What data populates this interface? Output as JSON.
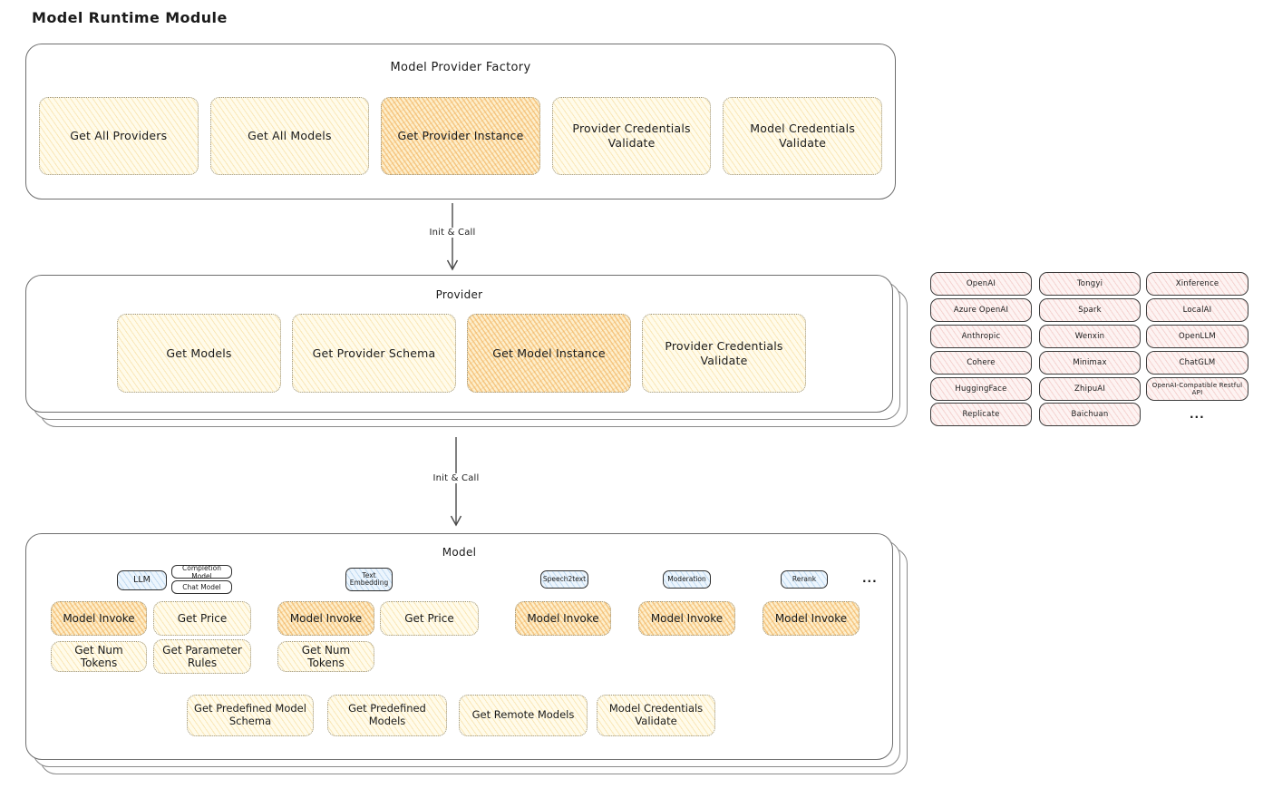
{
  "page_title": "Model Runtime Module",
  "arrow1": {
    "label": "Init & Call"
  },
  "arrow2": {
    "label": "Init & Call"
  },
  "factory": {
    "title": "Model Provider Factory",
    "buttons": [
      {
        "label": "Get All Providers",
        "highlighted": false
      },
      {
        "label": "Get All Models",
        "highlighted": false
      },
      {
        "label": "Get Provider Instance",
        "highlighted": true
      },
      {
        "label": "Provider Credentials Validate",
        "highlighted": false
      },
      {
        "label": "Model Credentials Validate",
        "highlighted": false
      }
    ]
  },
  "provider": {
    "title": "Provider",
    "buttons": [
      {
        "label": "Get Models",
        "highlighted": false
      },
      {
        "label": "Get Provider Schema",
        "highlighted": false
      },
      {
        "label": "Get Model Instance",
        "highlighted": true
      },
      {
        "label": "Provider Credentials Validate",
        "highlighted": false
      }
    ]
  },
  "provider_list": {
    "col1": [
      "OpenAI",
      "Azure OpenAI",
      "Anthropic",
      "Cohere",
      "HuggingFace",
      "Replicate"
    ],
    "col2": [
      "Tongyi",
      "Spark",
      "Wenxin",
      "Minimax",
      "ZhipuAI",
      "Baichuan"
    ],
    "col3": [
      "Xinference",
      "LocalAI",
      "OpenLLM",
      "ChatGLM",
      "OpenAI-Compatible Restful API"
    ],
    "more": "..."
  },
  "model": {
    "title": "Model",
    "tabs": {
      "llm": "LLM",
      "completion": "Completion Model",
      "chat": "Chat Model",
      "text_embedding": "Text Embedding",
      "speech2text": "Speech2text",
      "moderation": "Moderation",
      "rerank": "Rerank",
      "more": "..."
    },
    "llm_group": {
      "invoke": "Model Invoke",
      "get_price": "Get Price",
      "get_num_tokens": "Get Num Tokens",
      "get_parameter_rules": "Get Parameter Rules"
    },
    "embedding_group": {
      "invoke": "Model Invoke",
      "get_price": "Get Price",
      "get_num_tokens": "Get Num Tokens"
    },
    "speech2text_group": {
      "invoke": "Model Invoke"
    },
    "moderation_group": {
      "invoke": "Model Invoke"
    },
    "rerank_group": {
      "invoke": "Model Invoke"
    },
    "bottom_buttons": [
      {
        "label": "Get Predefined Model Schema"
      },
      {
        "label": "Get Predefined Models"
      },
      {
        "label": "Get Remote Models"
      },
      {
        "label": "Model Credentials Validate"
      }
    ]
  },
  "colors": {
    "yellow_fill": "#fffbea",
    "yellow_hatch": "#f4ce7c",
    "orange_fill": "#fdeecb",
    "orange_hatch": "#f2b25c",
    "pink_fill": "#fdf3f2",
    "pink_hatch": "#e8a09b",
    "blue_fill": "#ecf5fd",
    "blue_hatch": "#8cb9e1",
    "outline": "#3d3d3d"
  }
}
